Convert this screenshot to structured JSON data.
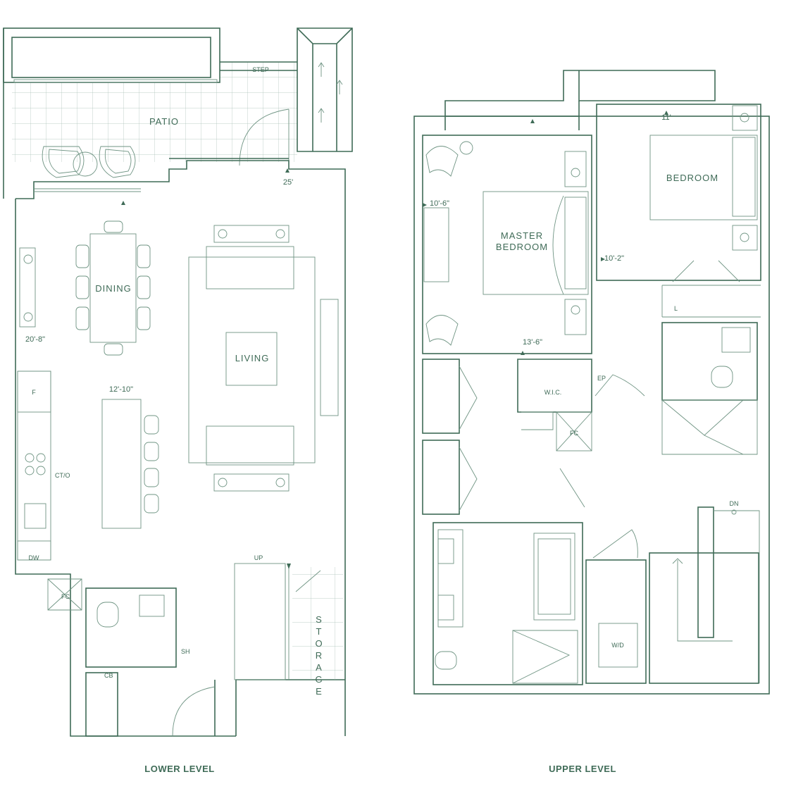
{
  "colors": {
    "wall": "#3f6b57",
    "fixture": "#6f9483",
    "tile": "#a9c0b5"
  },
  "lower_level": {
    "title": "LOWER LEVEL",
    "rooms": {
      "patio": "PATIO",
      "step": "STEP",
      "dining": "DINING",
      "living": "LIVING"
    },
    "dimensions": {
      "patio_width": "25'",
      "dining_living_length": "20'-8\"",
      "kitchen_width": "12'-10\""
    },
    "fixtures": {
      "fridge": "F",
      "cooktop_oven": "CT/O",
      "dishwasher": "DW",
      "fan_coil": "FC",
      "shower": "SH",
      "closet": "CB",
      "stairs_up": "UP"
    },
    "storage_letters": [
      "S",
      "T",
      "O",
      "R",
      "A",
      "G",
      "E"
    ]
  },
  "upper_level": {
    "title": "UPPER LEVEL",
    "rooms": {
      "bedroom": "BEDROOM",
      "master_line1": "MASTER",
      "master_line2": "BEDROOM",
      "wic": "W.I.C."
    },
    "dimensions": {
      "bedroom_width": "11'",
      "master_width": "10'-6\"",
      "master_length": "10'-2\"",
      "wic_width": "13'-6\""
    },
    "fixtures": {
      "linen": "L",
      "electrical_panel": "EP",
      "fan_coil": "FC",
      "stairs_down": "DN",
      "washer_dryer": "W/D"
    }
  }
}
